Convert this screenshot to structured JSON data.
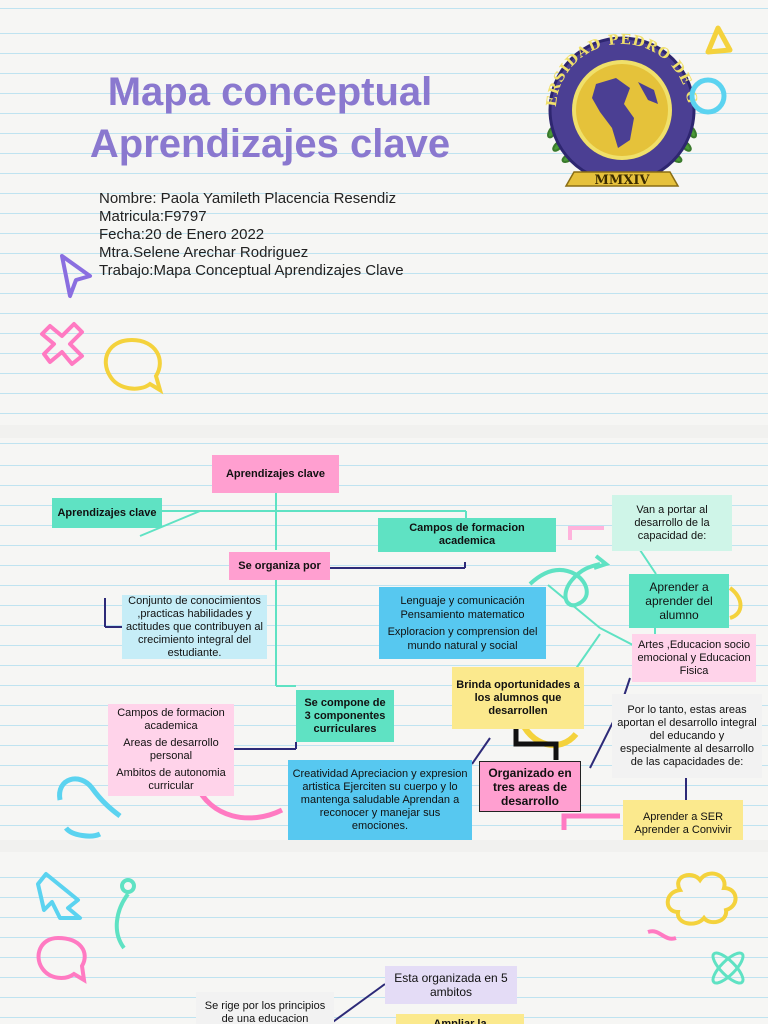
{
  "header": {
    "title_line1": "Mapa conceptual",
    "title_line2": "Aprendizajes clave",
    "info": [
      "Nombre: Paola Yamileth Placencia Resendiz",
      "Matricula:F9797",
      "Fecha:20 de Enero 2022",
      "Mtra.Selene Arechar Rodriguez",
      "Trabajo:Mapa Conceptual Aprendizajes Clave"
    ]
  },
  "logo": {
    "arc_text": "UNIVERSIDAD PEDRO DE GANTE",
    "ribbon_text": "MMXIV"
  },
  "map": {
    "top_title": "Aprendizajes clave",
    "left_title": "Aprendizajes clave",
    "campos": "Campos de formacion academica",
    "organiza": "Se organiza por",
    "conjunto": "Conjunto de conocimientos ,practicas habilidades y actitudes que contribuyen al crecimiento integral del estudiante.",
    "areas_list": [
      "Lenguaje y comunicación",
      "Pensamiento matematico",
      "Exploracion y comprension del mundo natural y social"
    ],
    "compone": "Se compone de 3 componentes curriculares",
    "componentes": [
      "Campos de formacion academica",
      "Areas de desarrollo personal",
      "Ambitos de autonomia curricular"
    ],
    "creatividad": "Creatividad Apreciacion y expresion artistica Ejerciten su cuerpo y lo mantenga saludable Aprendan a reconocer y manejar sus emociones.",
    "brinda": "Brinda oportunidades a los alumnos que desarrollen",
    "organizado": "Organizado en tres areas de desarrollo",
    "van": "Van a portar al desarrollo de la capacidad de:",
    "aprender": "Aprender a aprender del alumno",
    "artes": "Artes ,Educacion socio emocional y Educacion Fisica",
    "porlotanto": "Por lo tanto, estas areas aportan el desarrollo integral del educando y especialmente al desarrollo de las capacidades de:",
    "ser": "Aprender a SER Aprender a Convivir"
  },
  "page3": {
    "organizada": "Esta organizada en 5 ambitos",
    "rige": "Se rige por los principios de una educacion",
    "ampliar": "Ampliar la"
  },
  "colors": {
    "title": "#8a78cf",
    "teal": "#5fe2c3",
    "pink": "#ff9fd0",
    "blue": "#57c8f0",
    "yellow": "#fbe98d",
    "navy": "#2d2a78",
    "logo_purple": "#4b3f93",
    "gold": "#e6c13c"
  }
}
